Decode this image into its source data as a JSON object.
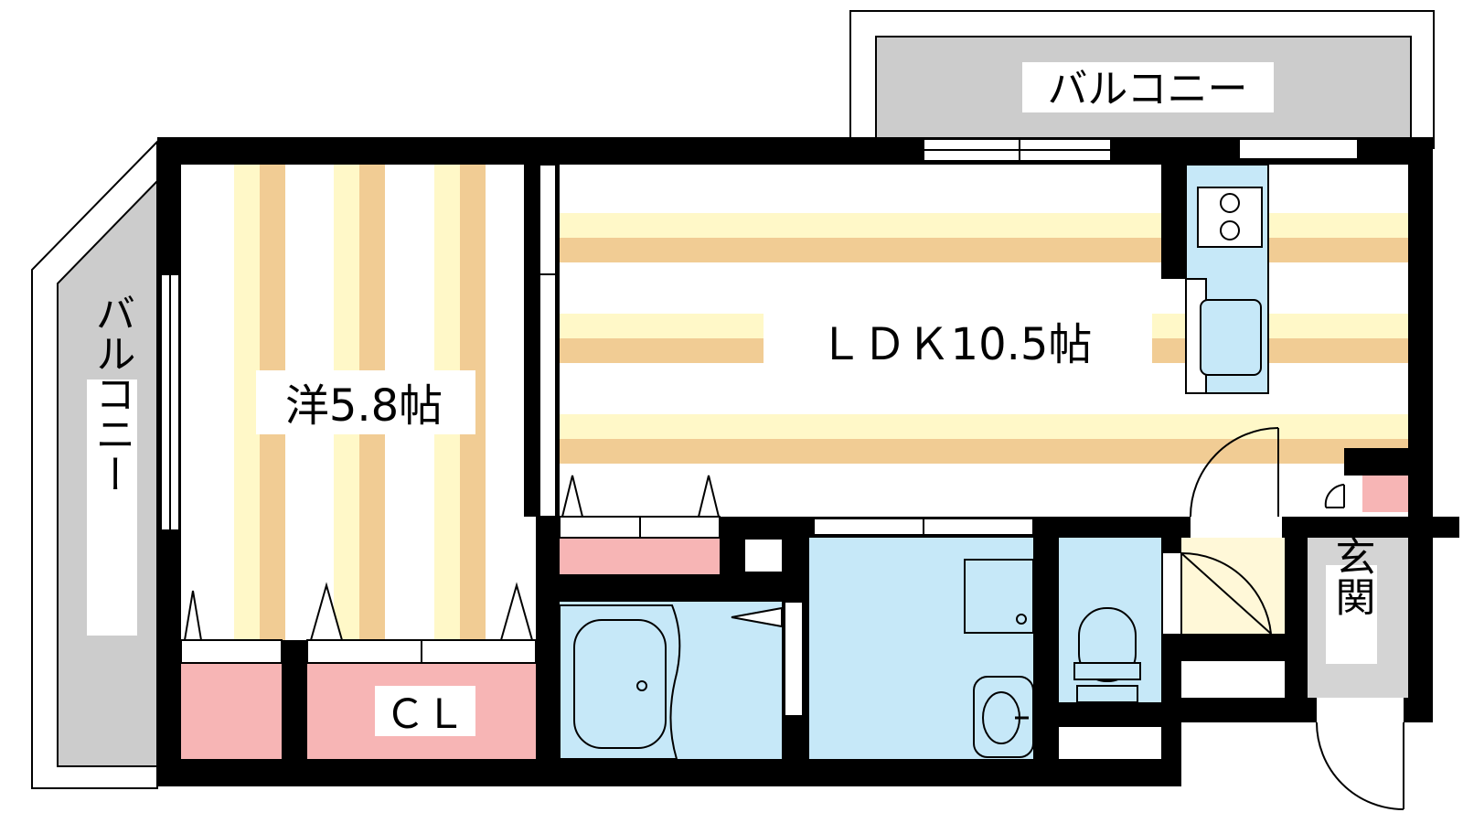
{
  "labels": {
    "balcony_top": "バルコニー",
    "balcony_left": "バルコニー",
    "western_room": "洋5.8帖",
    "ldk": "ＬＤＫ10.5帖",
    "closet": "ＣＬ",
    "entrance": "玄関"
  },
  "colors": {
    "wall": "#000000",
    "balcony": "#cccccc",
    "floor_light": "#fff8c8",
    "floor_dark": "#f1cc94",
    "wet_area": "#c6e8f8",
    "storage": "#f7b5b5",
    "entrance_floor": "#d4d4d4"
  }
}
